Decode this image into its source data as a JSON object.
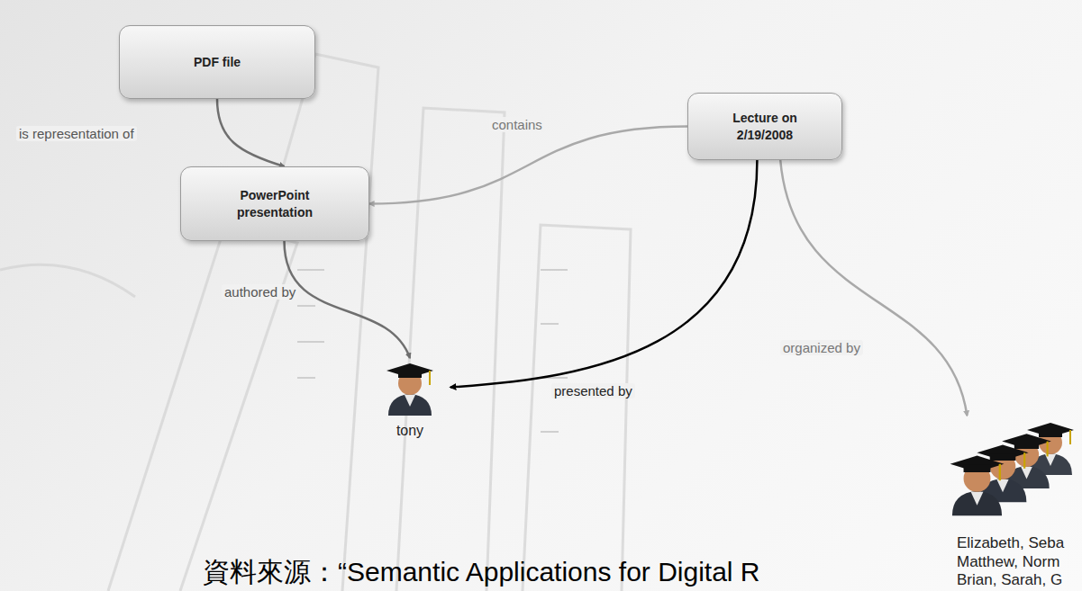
{
  "diagram": {
    "caption": "資料來源：“Semantic Applications for Digital R",
    "nodes": [
      {
        "text": [
          "PDF file"
        ]
      },
      {
        "text": [
          "PowerPoint presentation"
        ]
      },
      {
        "text": [
          "Lecture on 2/19/2008"
        ]
      },
      {
        "text": [
          "tony"
        ]
      },
      {
        "text": [
          "Elizabeth, Seba Matthew, Norm Brian, Sarah, G"
        ]
      }
    ],
    "edges": [
      {
        "from": 0,
        "to": 1,
        "label": "is representation of",
        "arrow": "to"
      },
      {
        "from": 2,
        "to": 1,
        "label": "contains",
        "arrow": "to"
      },
      {
        "from": 1,
        "to": 3,
        "label": "authored by",
        "arrow": "to"
      },
      {
        "from": 2,
        "to": 3,
        "label": "presented by",
        "arrow": "to"
      },
      {
        "from": 2,
        "to": 4,
        "label": "organized by",
        "arrow": "to"
      }
    ]
  }
}
